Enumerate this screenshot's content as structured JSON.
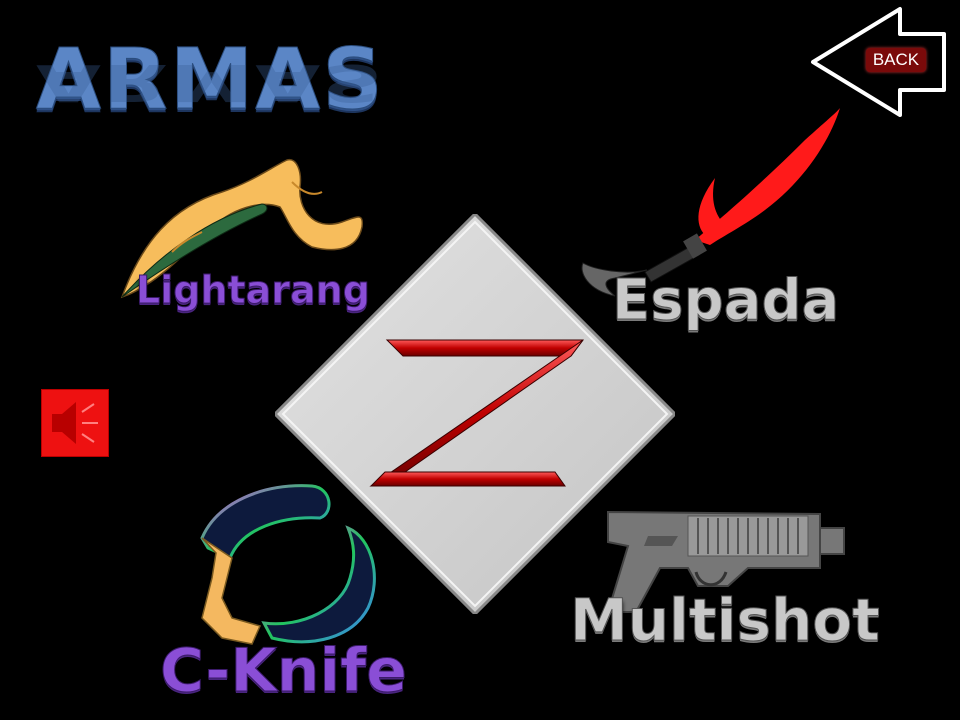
{
  "title": "ARMAS",
  "back_button": {
    "label": "BACK"
  },
  "weapons": [
    {
      "label": "Lightarang"
    },
    {
      "label": "Espada"
    },
    {
      "label": "C-Knife"
    },
    {
      "label": "Multishot"
    }
  ],
  "center_logo": {
    "letter": "Z"
  },
  "icons": {
    "sound": "speaker-icon",
    "back": "arrow-left-icon"
  },
  "colors": {
    "title": "#5b86c6",
    "label_purple": "#8a4ed6",
    "label_gray": "#c8c8c8",
    "sound_button": "#ee1111",
    "back_label_bg": "#7a0a0a"
  }
}
